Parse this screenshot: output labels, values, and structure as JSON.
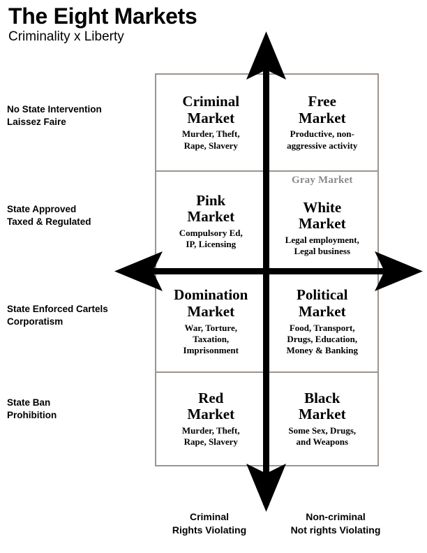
{
  "header": {
    "title": "The Eight Markets",
    "subtitle": "Criminality x Liberty"
  },
  "colors": {
    "grid_border": "#9d948c",
    "axis": "#000000",
    "gray_market_text": "#8a8a8a",
    "text": "#000000",
    "background": "#ffffff"
  },
  "axes": {
    "vertical_label_top": "",
    "vertical_label_bottom": "",
    "horizontal_left_label": "Criminal\nRights Violating",
    "horizontal_right_label": "Non-criminal\nNot rights Violating"
  },
  "row_labels": [
    "No State Intervention\nLaissez Faire",
    "State Approved\nTaxed & Regulated",
    "State Enforced Cartels\nCorporatism",
    "State Ban\nProhibition"
  ],
  "overlay": {
    "gray_market": "Gray Market"
  },
  "cells": [
    {
      "title": "Criminal\nMarket",
      "desc": "Murder, Theft,\nRape, Slavery"
    },
    {
      "title": "Free\nMarket",
      "desc": "Productive, non-\naggressive activity"
    },
    {
      "title": "Pink\nMarket",
      "desc": "Compulsory Ed,\nIP, Licensing"
    },
    {
      "title": "White\nMarket",
      "desc": "Legal employment,\nLegal business"
    },
    {
      "title": "Domination\nMarket",
      "desc": "War, Torture,\nTaxation,\nImprisonment"
    },
    {
      "title": "Political\nMarket",
      "desc": "Food, Transport,\nDrugs, Education,\nMoney & Banking"
    },
    {
      "title": "Red\nMarket",
      "desc": "Murder, Theft,\nRape, Slavery"
    },
    {
      "title": "Black\nMarket",
      "desc": "Some Sex, Drugs,\nand Weapons"
    }
  ]
}
